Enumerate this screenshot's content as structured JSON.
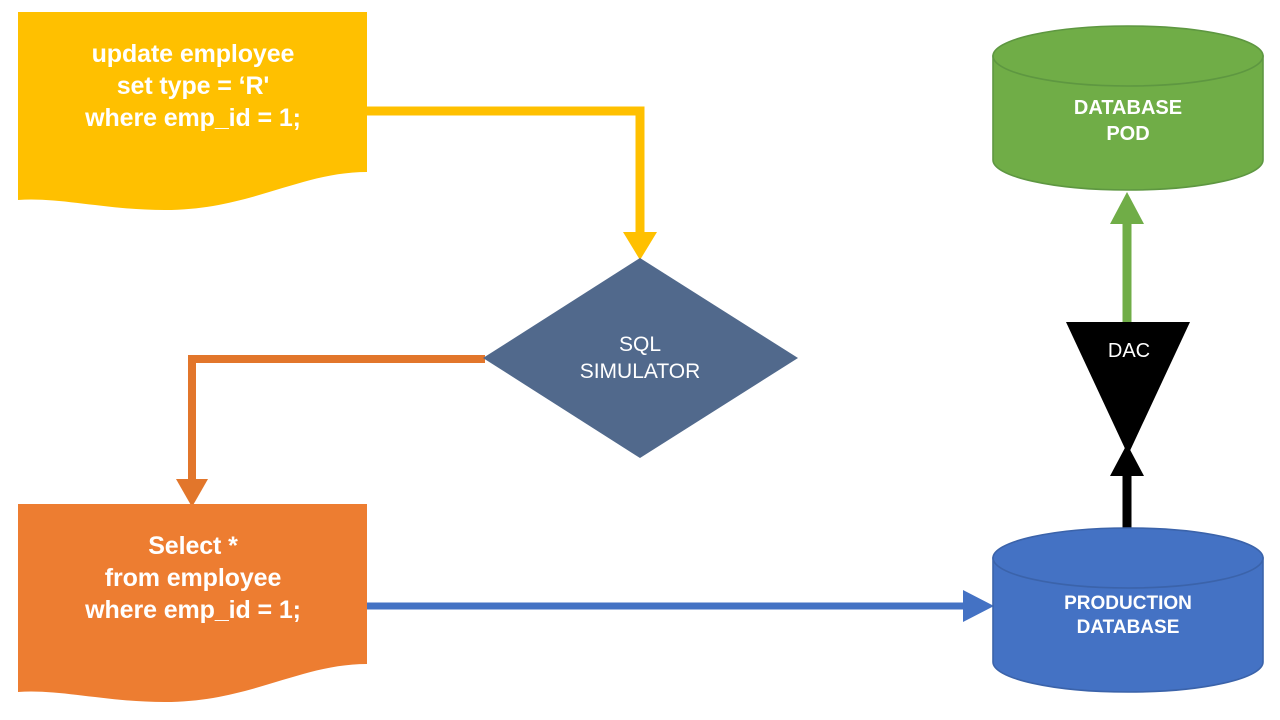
{
  "diagram": {
    "title": "SQL Simulator / Database Pod Data Flow",
    "background_color": "#FFFFFF",
    "nodes": {
      "update_statement": {
        "name": "update-sql-wave",
        "shape": "wave",
        "text": "update employee\nset type = ‘R'\nwhere emp_id = 1;",
        "fill": "#FFC000",
        "text_color": "#FFFFFF"
      },
      "select_statement": {
        "name": "select-sql-wave",
        "shape": "wave",
        "text": "Select *\nfrom employee\nwhere emp_id = 1;",
        "fill": "#ED7D31",
        "text_color": "#FFFFFF"
      },
      "sql_simulator": {
        "name": "sql-simulator-diamond",
        "shape": "diamond",
        "text": "SQL\nSIMULATOR",
        "fill": "#51698C",
        "text_color": "#FFFFFF"
      },
      "database_pod": {
        "name": "database-pod-cylinder",
        "shape": "cylinder",
        "text": "DATABASE\nPOD",
        "fill": "#70AD47",
        "stroke": "#5D9440",
        "text_color": "#FFFFFF"
      },
      "production_database": {
        "name": "production-database-cylinder",
        "shape": "cylinder",
        "text": "PRODUCTION\nDATABASE",
        "fill": "#4472C4",
        "stroke": "#3A62AC",
        "text_color": "#FFFFFF"
      },
      "dac": {
        "name": "dac-triangle",
        "shape": "triangle-down",
        "text": "DAC",
        "fill": "#000000",
        "text_color": "#FFFFFF"
      }
    },
    "connectors": [
      {
        "name": "update-to-simulator-arrow",
        "from": "update_statement",
        "to": "sql_simulator",
        "color": "#FFC000",
        "style": "elbow-down"
      },
      {
        "name": "simulator-to-select-arrow",
        "from": "sql_simulator",
        "to": "select_statement",
        "color": "#ED7D31",
        "style": "elbow-down"
      },
      {
        "name": "select-to-production-arrow",
        "from": "select_statement",
        "to": "production_database",
        "color": "#4472C4",
        "style": "straight-right"
      },
      {
        "name": "production-to-dac-arrow",
        "from": "production_database",
        "to": "dac",
        "color": "#000000",
        "style": "straight-up"
      },
      {
        "name": "dac-to-pod-arrow",
        "from": "dac",
        "to": "database_pod",
        "color": "#70AD47",
        "style": "straight-up"
      }
    ]
  }
}
